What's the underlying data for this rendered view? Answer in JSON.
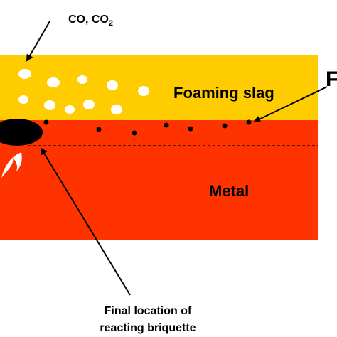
{
  "labels": {
    "gas": "CO, CO",
    "gas_subscript": "2",
    "slag": "Foaming slag",
    "metal": "Metal",
    "right_cut": "F",
    "final_location_line1": "Final location of",
    "final_location_line2": "reacting briquette"
  },
  "colors": {
    "slag": "#ffcc00",
    "metal": "#ff3300",
    "bubble": "#ffffff",
    "briquette": "#000000",
    "droplet": "#000000"
  },
  "icons": {
    "flame": "flame-icon"
  }
}
